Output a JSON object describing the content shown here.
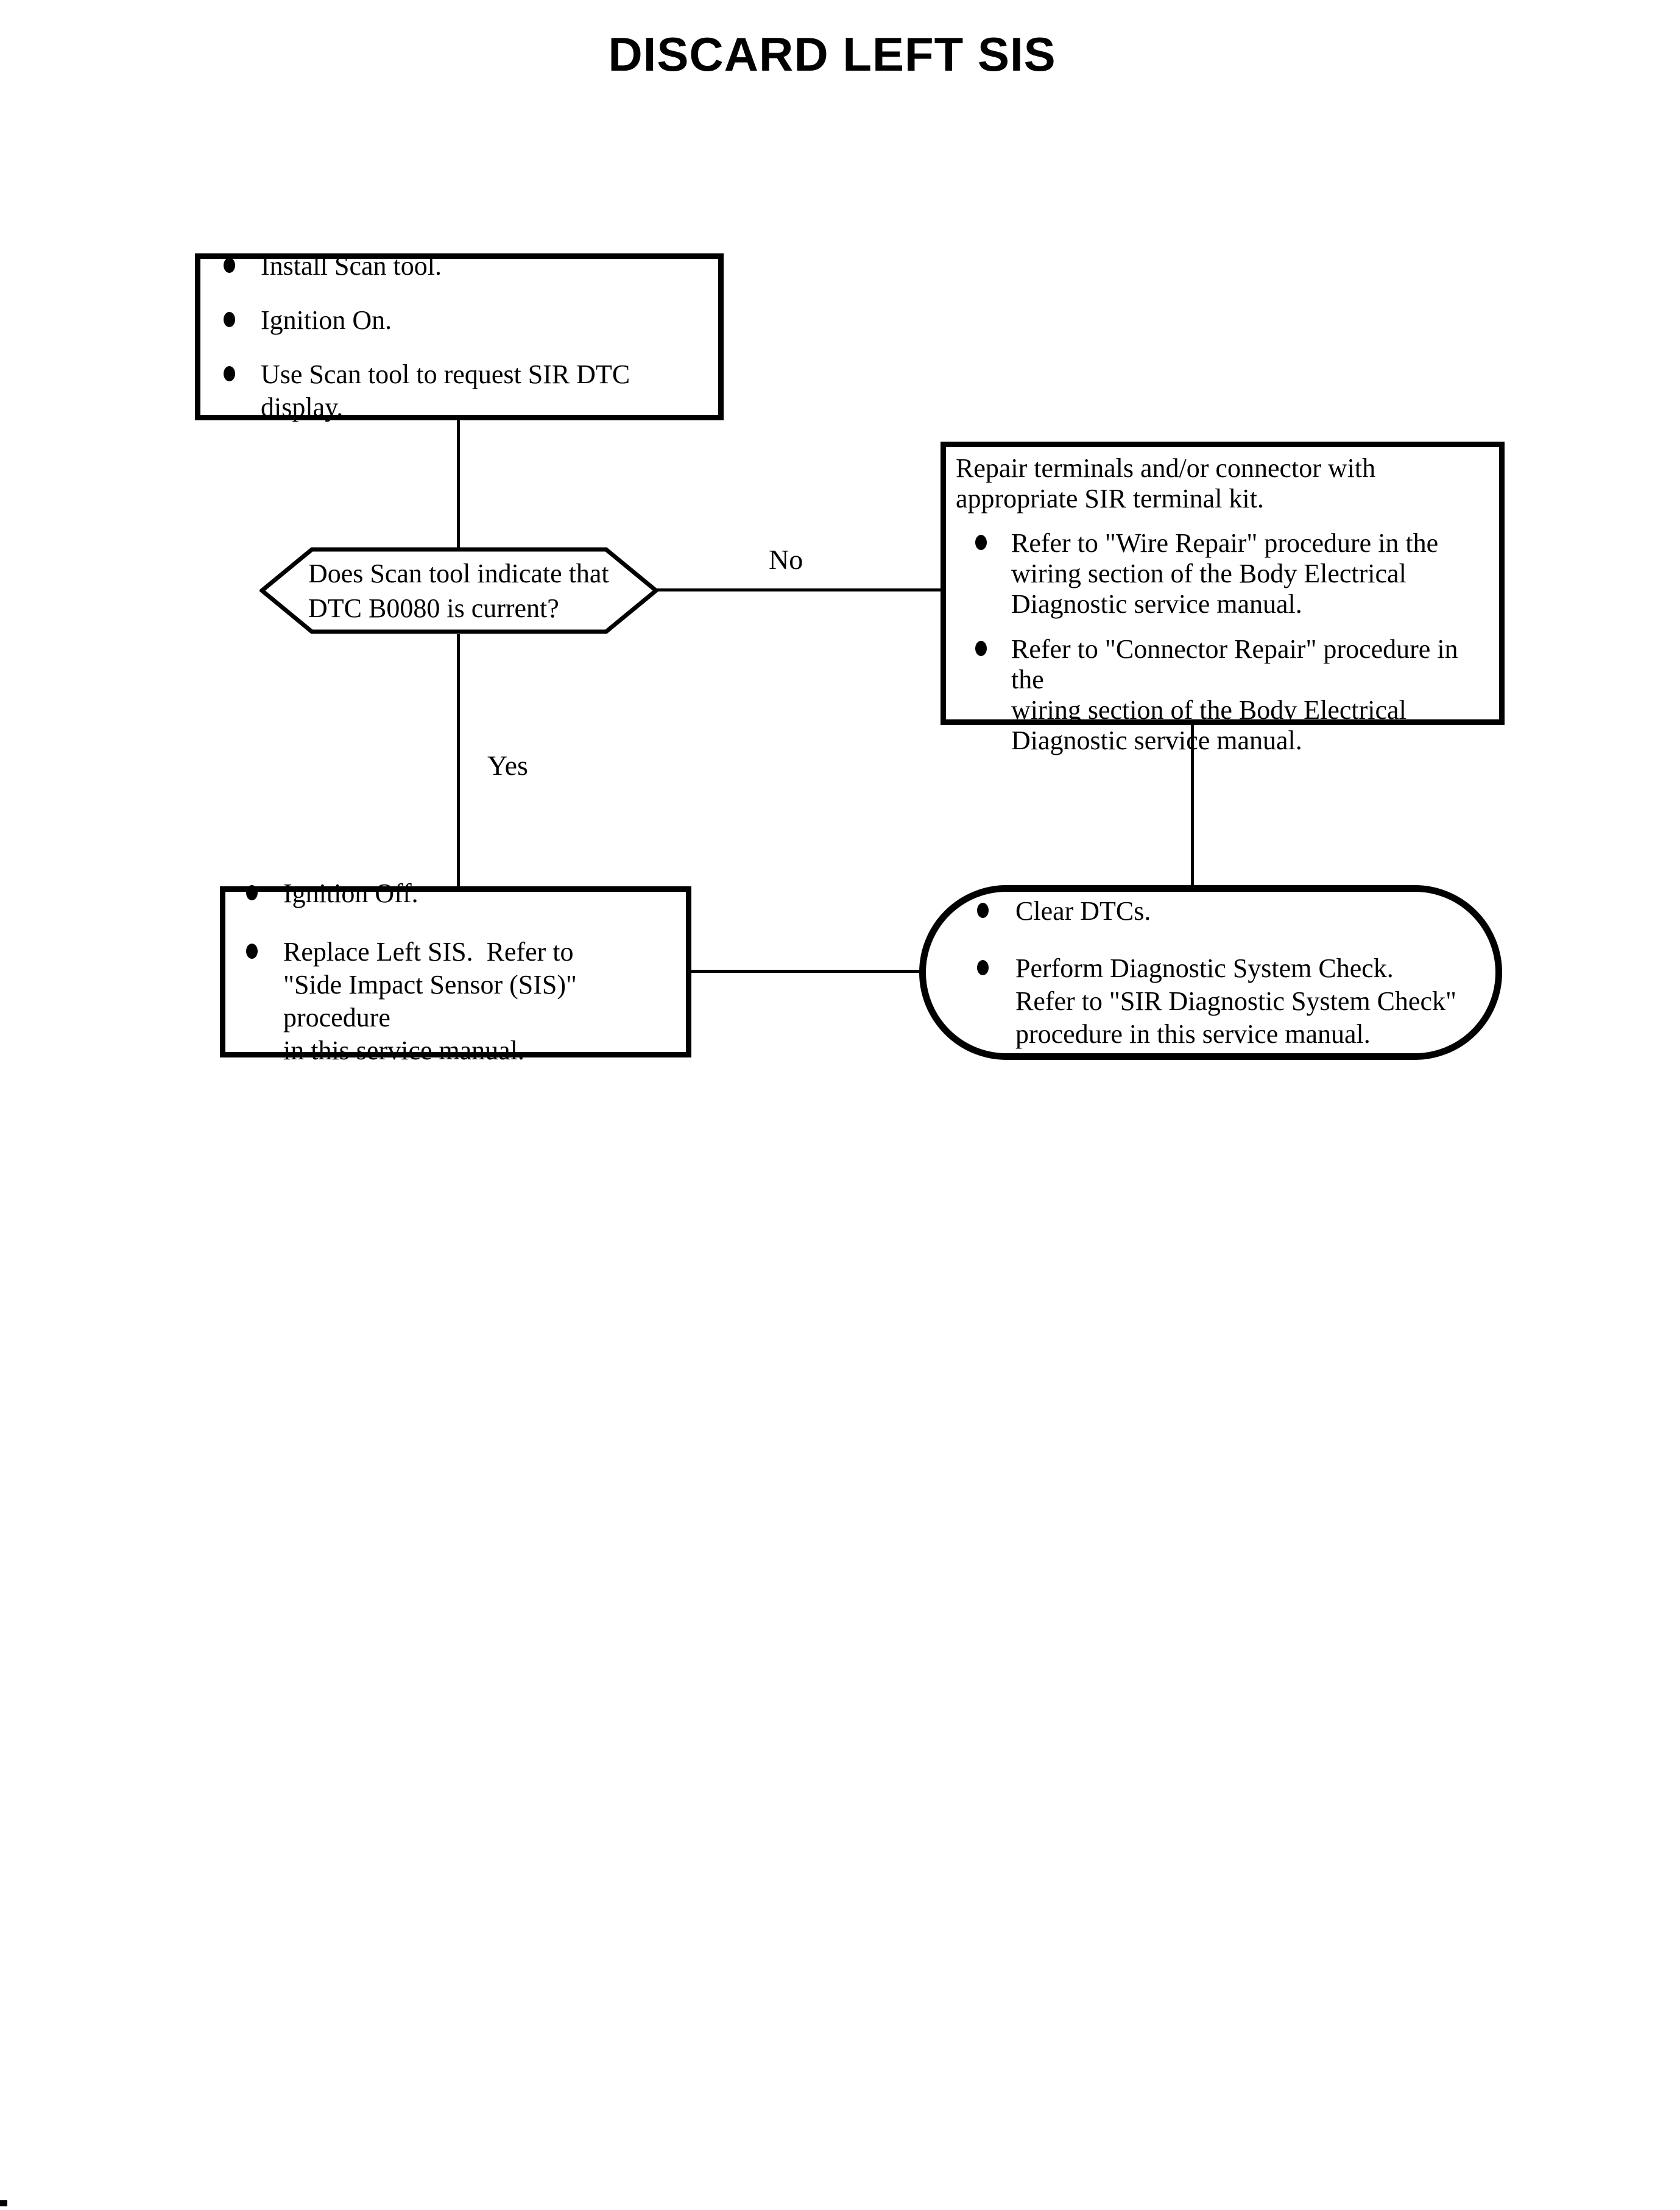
{
  "page": {
    "title": "DISCARD LEFT SIS",
    "background_color": "#ffffff",
    "ink_color": "#000000"
  },
  "flowchart": {
    "start_box": {
      "items": [
        "Install Scan tool.",
        "Ignition On.",
        "Use Scan tool to request SIR DTC display."
      ]
    },
    "decision": {
      "question": "Does Scan tool indicate that\nDTC B0080 is current?",
      "no_label": "No",
      "yes_label": "Yes"
    },
    "repair_box": {
      "intro": "Repair terminals and/or connector with\nappropriate SIR terminal kit.",
      "items": [
        "Refer to \"Wire Repair\" procedure in the\nwiring section of the Body Electrical\nDiagnostic service manual.",
        "Refer to \"Connector Repair\" procedure in the\nwiring section of the Body Electrical\nDiagnostic service manual."
      ]
    },
    "replace_box": {
      "items": [
        "Ignition Off.",
        "Replace Left SIS.  Refer to\n\"Side Impact Sensor (SIS)\" procedure\nin this service manual."
      ]
    },
    "end_terminal": {
      "items": [
        "Clear DTCs.",
        "Perform Diagnostic System Check.\nRefer to \"SIR Diagnostic System Check\"\nprocedure in this service manual."
      ]
    }
  }
}
